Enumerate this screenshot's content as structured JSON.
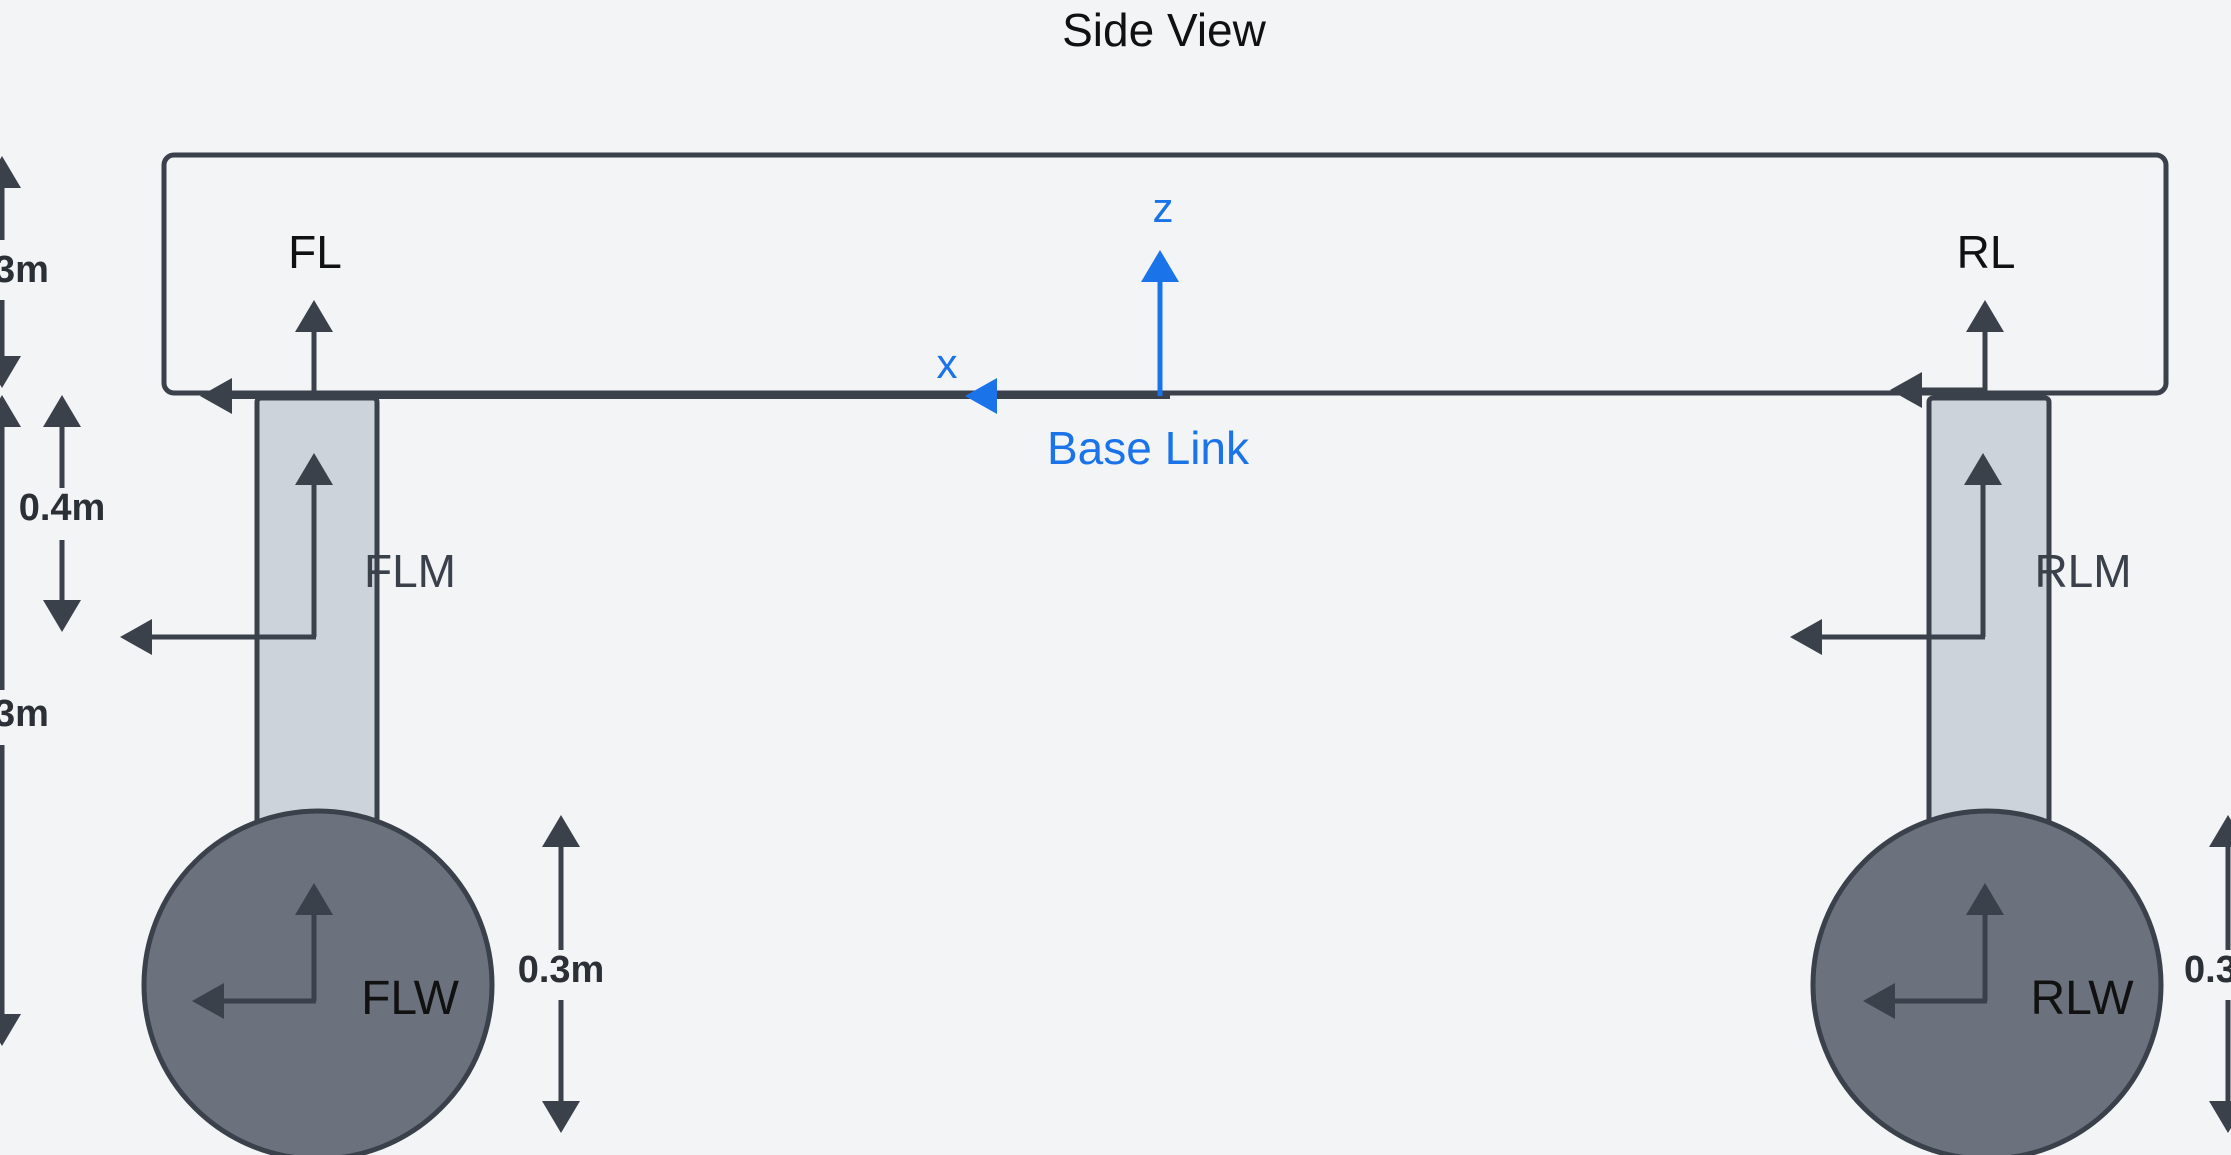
{
  "title": "Side View",
  "base_link": {
    "label": "Base Link",
    "x_axis": "x",
    "z_axis": "z"
  },
  "frames": {
    "fl": "FL",
    "rl": "RL",
    "flm": "FLM",
    "rlm": "RLM",
    "flw": "FLW",
    "rlw": "RLW"
  },
  "dimensions": {
    "top_left_partial": "3m",
    "left_mid": "0.4m",
    "left_long_partial": "3m",
    "wheel_front": "0.3m",
    "wheel_rear_partial": "0.3"
  },
  "colors": {
    "background": "#f2f4f6",
    "frame_stroke": "#3a414b",
    "link_fill": "#cdd3db",
    "wheel_fill": "#6b717d",
    "base_accent": "#1a73e8",
    "text": "#111111"
  }
}
